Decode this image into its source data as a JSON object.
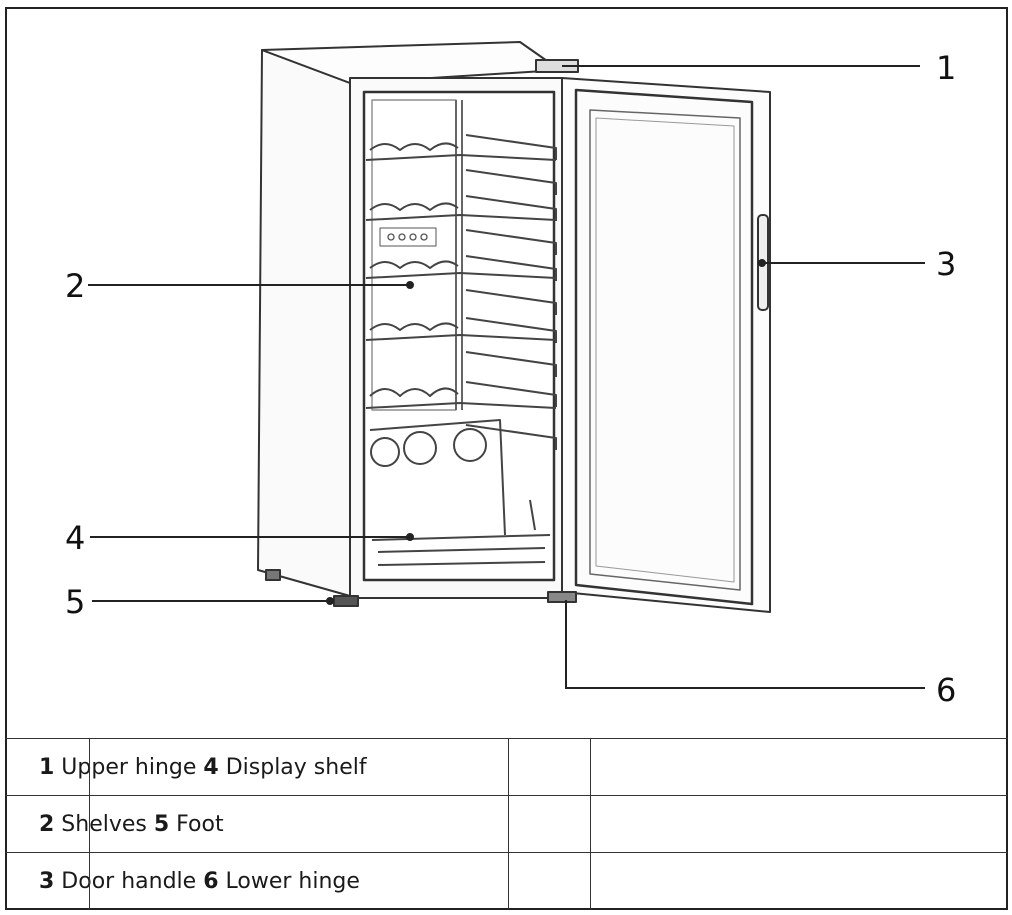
{
  "callouts": {
    "c1": "1",
    "c2": "2",
    "c3": "3",
    "c4": "4",
    "c5": "5",
    "c6": "6"
  },
  "legend": [
    {
      "n1": "1",
      "t1": " Upper hinge ",
      "n2": "4",
      "t2": " Display shelf"
    },
    {
      "n1": "2",
      "t1": " Shelves ",
      "n2": "5",
      "t2": " Foot"
    },
    {
      "n1": "3",
      "t1": " Door handle ",
      "n2": "6",
      "t2": " Lower hinge"
    }
  ]
}
